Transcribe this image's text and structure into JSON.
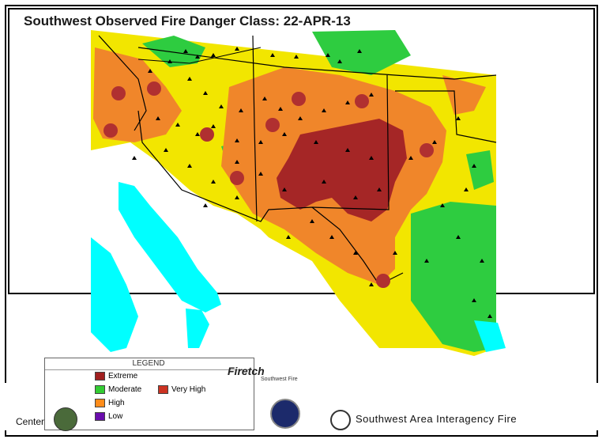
{
  "title": "Southwest Observed Fire Danger Class: 22-APR-13",
  "legend": {
    "title": "LEGEND",
    "items": [
      {
        "label": "Extreme",
        "color": "#a01e1e"
      },
      {
        "label": "Moderate",
        "color": "#33cc33"
      },
      {
        "label": "High",
        "color": "#ff8c1a"
      },
      {
        "label": "Very High",
        "color": "#cc3322"
      },
      {
        "label": "Low",
        "color": "#6a0dad"
      }
    ]
  },
  "branding": {
    "name": "Firetch",
    "sub": "Southwest Fire"
  },
  "footer": {
    "left": "Center",
    "right": "Southwest Area Interagency Fire"
  },
  "colors": {
    "extreme": "#a52626",
    "very_high": "#e1572c",
    "high": "#f0862a",
    "moderate": "#fff200",
    "low": "#2ecc40",
    "water": "#00ffff",
    "station": "#000000"
  }
}
